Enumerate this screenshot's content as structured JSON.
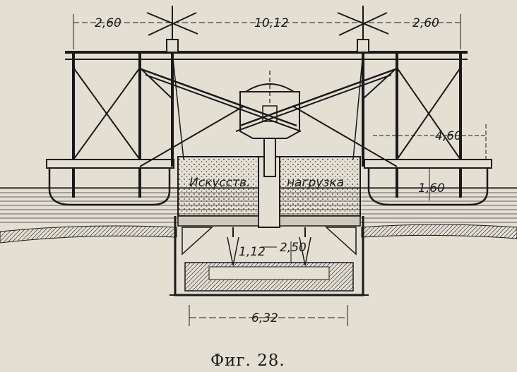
{
  "dimensions": {
    "left_span": "2,60",
    "center_span": "10,12",
    "right_span": "2,60",
    "right_height": "4,60",
    "float_depth": "1,60",
    "pier_gap": "1,12",
    "pit_depth": "2,50",
    "pit_width": "6,32"
  },
  "labels": {
    "ballast_left": "Искусств.",
    "ballast_right": "нагрузка"
  },
  "caption": "Фиг. 28."
}
